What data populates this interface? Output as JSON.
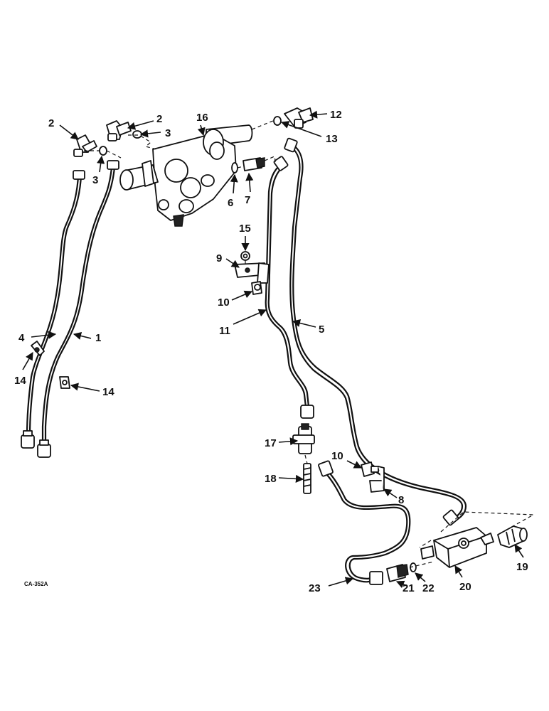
{
  "reference_code": "CA-352A",
  "callouts": [
    {
      "id": "c1",
      "label": "1"
    },
    {
      "id": "c2a",
      "label": "2"
    },
    {
      "id": "c2b",
      "label": "2"
    },
    {
      "id": "c3a",
      "label": "3"
    },
    {
      "id": "c3b",
      "label": "3"
    },
    {
      "id": "c4",
      "label": "4"
    },
    {
      "id": "c5",
      "label": "5"
    },
    {
      "id": "c6",
      "label": "6"
    },
    {
      "id": "c7",
      "label": "7"
    },
    {
      "id": "c8",
      "label": "8"
    },
    {
      "id": "c9",
      "label": "9"
    },
    {
      "id": "c10a",
      "label": "10"
    },
    {
      "id": "c10b",
      "label": "10"
    },
    {
      "id": "c11",
      "label": "11"
    },
    {
      "id": "c12",
      "label": "12"
    },
    {
      "id": "c13",
      "label": "13"
    },
    {
      "id": "c14a",
      "label": "14"
    },
    {
      "id": "c14b",
      "label": "14"
    },
    {
      "id": "c15",
      "label": "15"
    },
    {
      "id": "c16",
      "label": "16"
    },
    {
      "id": "c17",
      "label": "17"
    },
    {
      "id": "c18",
      "label": "18"
    },
    {
      "id": "c19",
      "label": "19"
    },
    {
      "id": "c20",
      "label": "20"
    },
    {
      "id": "c21",
      "label": "21"
    },
    {
      "id": "c22",
      "label": "22"
    },
    {
      "id": "c23",
      "label": "23"
    }
  ]
}
